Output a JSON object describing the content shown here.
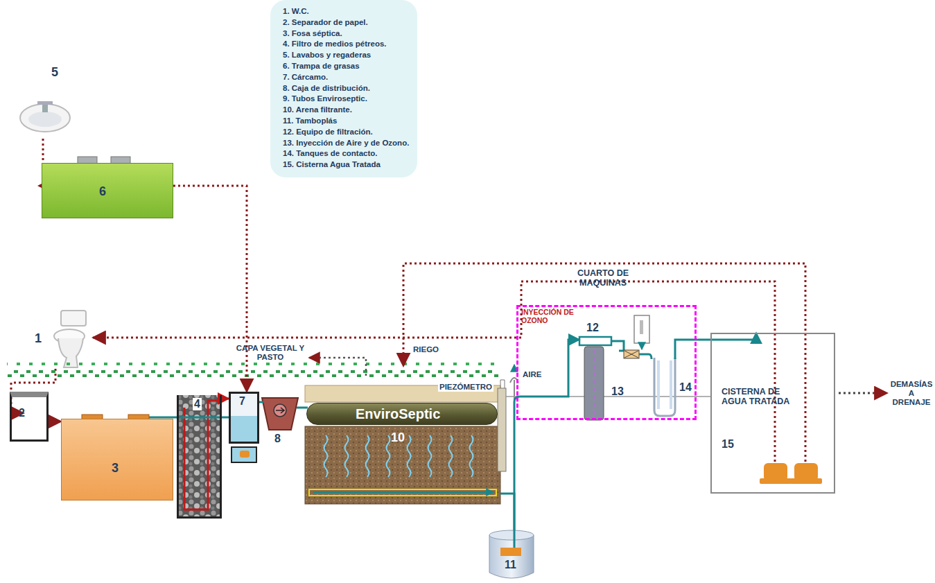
{
  "diagram": {
    "nodes": [
      {
        "text": [
          "1. W.C.",
          "2. Separador de papel.",
          "3. Fosa séptica.",
          "4. Filtro de medios pétreos.",
          "5. Lavabos y regaderas",
          "6. Trampa de grasas",
          "7. Cárcamo.",
          "8. Caja de distribución.",
          "9. Tubos Enviroseptic.",
          "10. Arena filtrante.",
          "11. Tamboplás",
          "12. Equipo de filtración.",
          "13. Inyección de Aire y de Ozono.",
          "14. Tanques de contacto.",
          "15. Cisterna Agua Tratada"
        ]
      },
      {
        "text": [
          "6"
        ]
      },
      {
        "text": [
          "2"
        ]
      },
      {
        "text": [
          "3"
        ]
      },
      {
        "text": [
          "4"
        ]
      },
      {
        "text": [
          "7"
        ]
      },
      {
        "text": [
          "EnviroSeptic"
        ]
      },
      {
        "text": [
          "10"
        ]
      },
      {
        "text": [
          "CUARTO DE MAQUINAS"
        ]
      },
      {
        "text": [
          "CISTERNA DE AGUA TRATADA",
          "15"
        ]
      }
    ],
    "edges": [
      {
        "from": 1,
        "to": 5,
        "arrow": "to"
      },
      {
        "from": 2,
        "to": 3,
        "arrow": "to"
      },
      {
        "from": 4,
        "to": 5,
        "arrow": "to"
      },
      {
        "from": 8,
        "to": 9,
        "arrow": "to"
      }
    ],
    "labels": [
      "5",
      "1",
      "8",
      "11",
      "12",
      "13",
      "14",
      "CAPA VEGETAL Y PASTO",
      "RIEGO",
      "PIEZÓMETRO",
      "AIRE",
      "INYECCIÓN DE OZONO",
      "DEMASÍAS A DRENAJE"
    ]
  }
}
